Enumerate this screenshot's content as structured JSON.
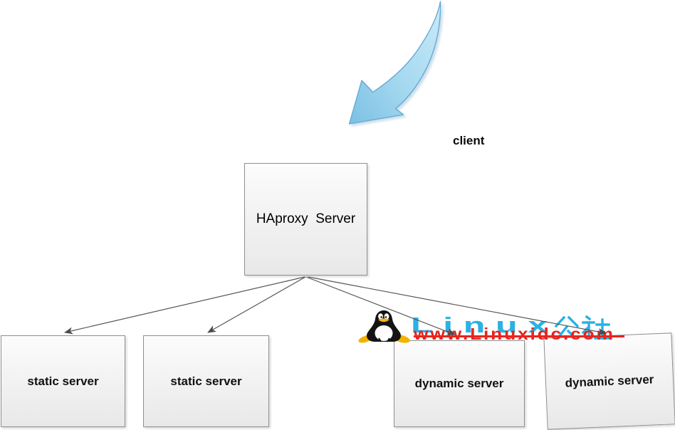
{
  "diagram": {
    "client_label": "client",
    "haproxy": {
      "label": "HAproxy  Server"
    },
    "servers": [
      {
        "label": "static server"
      },
      {
        "label": "static server"
      },
      {
        "label": "dynamic server"
      },
      {
        "label": "dynamic server"
      }
    ],
    "edges": [
      {
        "from": "HAproxy Server",
        "to": "static server 1"
      },
      {
        "from": "HAproxy Server",
        "to": "static server 2"
      },
      {
        "from": "HAproxy Server",
        "to": "dynamic server 1"
      },
      {
        "from": "HAproxy Server",
        "to": "dynamic server 2"
      },
      {
        "from": "client",
        "to": "HAproxy Server",
        "style": "big-blue-curved-arrow"
      }
    ],
    "watermark": {
      "brand": "Linux",
      "brand_suffix": "公社",
      "url": "www.Linuxidc.com",
      "logo_icon": "tux-penguin-icon",
      "brand_color": "#29b2e5",
      "url_color": "#e8251e"
    },
    "colors": {
      "flow_arrow_fill_light": "#c9eaf8",
      "flow_arrow_fill_dark": "#7cc0e3",
      "flow_arrow_stroke": "#5fa8d2",
      "connector_line": "#565656",
      "box_border": "#8f8f8f"
    }
  }
}
